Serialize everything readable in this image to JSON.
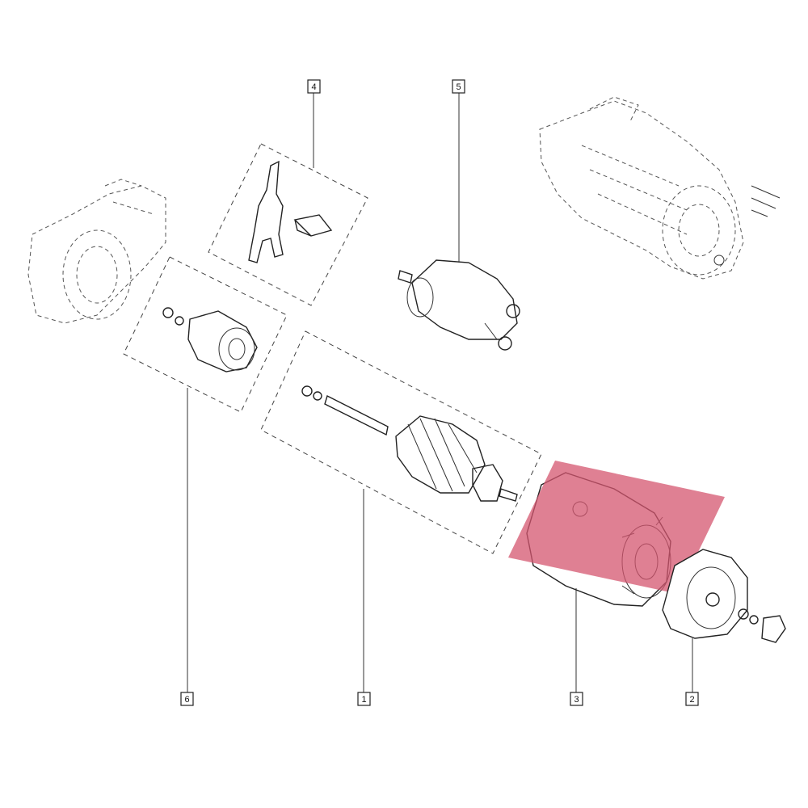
{
  "callouts": {
    "part1": "1",
    "part2": "2",
    "part3": "3",
    "part4": "4",
    "part5": "5",
    "part6": "6"
  },
  "highlight": {
    "part": "3",
    "color": "#d4566f"
  }
}
